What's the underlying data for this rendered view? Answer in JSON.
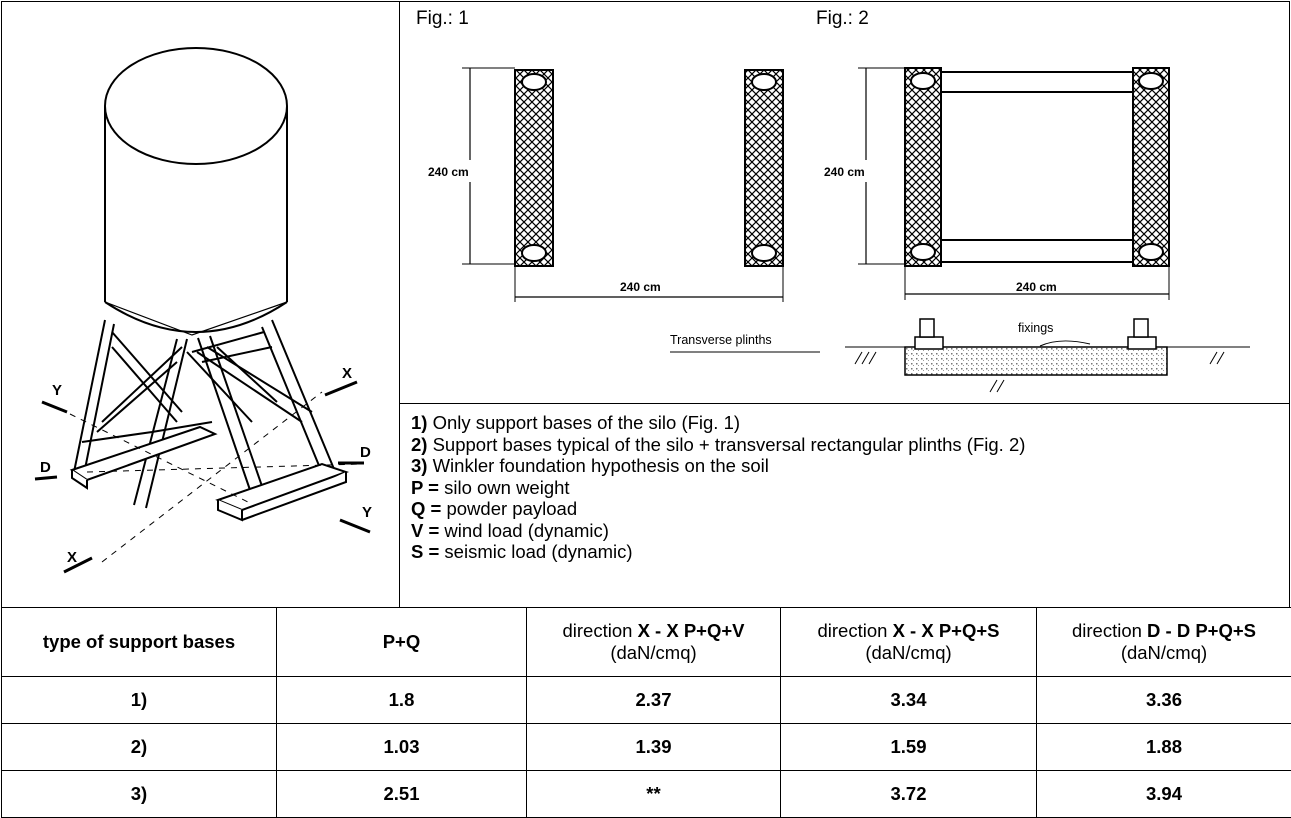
{
  "figures": {
    "fig1_label": "Fig.: 1",
    "fig2_label": "Fig.: 2",
    "dim_240_v1": "240 cm",
    "dim_240_h1": "240 cm",
    "dim_240_v2": "240 cm",
    "dim_240_h2": "240 cm",
    "transverse_plinths": "Transverse plinths",
    "fixings": "fixings"
  },
  "silo_labels": {
    "x_top": "X",
    "y_left": "Y",
    "d_right": "D",
    "d_left": "D",
    "y_right": "Y",
    "x_bottom": "X"
  },
  "legend": [
    {
      "key": "1)",
      "text": " Only support bases of the silo (Fig. 1)"
    },
    {
      "key": "2)",
      "text": " Support bases typical of the silo + transversal rectangular plinths (Fig. 2)"
    },
    {
      "key": "3)",
      "text": " Winkler foundation hypothesis on the soil"
    },
    {
      "key": "P =",
      "text": " silo own weight"
    },
    {
      "key": "Q =",
      "text": " powder payload"
    },
    {
      "key": "V =",
      "text": " wind load (dynamic)"
    },
    {
      "key": "S =",
      "text": " seismic load (dynamic)"
    }
  ],
  "table": {
    "headers": [
      {
        "bold": "type of support bases",
        "pre": "",
        "post": "",
        "unit": ""
      },
      {
        "bold": "P+Q",
        "pre": "",
        "post": "",
        "unit": ""
      },
      {
        "pre": "direction ",
        "bold": "X - X P+Q+V",
        "unit": "(daN/cmq)"
      },
      {
        "pre": "direction ",
        "bold": "X - X P+Q+S",
        "unit": "(daN/cmq)"
      },
      {
        "pre": "direction ",
        "bold": "D - D P+Q+S",
        "unit": "(daN/cmq)"
      }
    ],
    "rows": [
      [
        "1)",
        "1.8",
        "2.37",
        "3.34",
        "3.36"
      ],
      [
        "2)",
        "1.03",
        "1.39",
        "1.59",
        "1.88"
      ],
      [
        "3)",
        "2.51",
        "**",
        "3.72",
        "3.94"
      ]
    ]
  }
}
